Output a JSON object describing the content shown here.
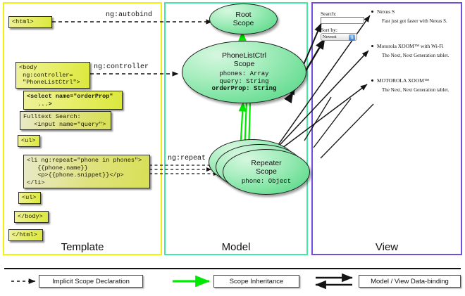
{
  "panels": {
    "template": {
      "title": "Template",
      "border_color": "#f2f20c",
      "code_blocks": [
        {
          "name": "html-open-tag",
          "text": "<html>"
        },
        {
          "name": "body-controller",
          "text": "<body\n ng:controller=\n \"PhoneListCtrl\">"
        },
        {
          "name": "select-orderprop",
          "text": "<select name=\"orderProp\"\n   ...>"
        },
        {
          "name": "fulltext-search",
          "text": "Fulltext Search:\n   <input name=\"query\">"
        },
        {
          "name": "ul-open-tag",
          "text": "<ul>"
        },
        {
          "name": "li-ng-repeat",
          "text": "<li ng:repeat=\"phone in phones\">\n   {{phone.name}}\n   <p>{{phone.snippet}}</p>\n</li>"
        },
        {
          "name": "ul-close-tag",
          "text": "<ul>"
        },
        {
          "name": "body-close-tag",
          "text": "</body>"
        },
        {
          "name": "html-close-tag",
          "text": "</html>"
        }
      ]
    },
    "model": {
      "title": "Model",
      "border_color": "#43e8a6",
      "scopes": [
        {
          "name": "root-scope",
          "title": "Root\nScope",
          "props": []
        },
        {
          "name": "phonelistctrl-scope",
          "title": "PhoneListCtrl\nScope",
          "props": [
            "phones: Array",
            "query: String",
            "orderProp: String"
          ],
          "bold_props": [
            "orderProp: String"
          ]
        },
        {
          "name": "repeater-scope",
          "title": "Repeater\nScope",
          "props": [
            "phone: Object"
          ]
        }
      ]
    },
    "view": {
      "title": "View",
      "border_color": "#6f4fe0",
      "search_label": "Search:",
      "search_value": "",
      "sort_label": "Sort by:",
      "sort_selected": "Newest",
      "phones": [
        {
          "name": "Nexus S",
          "snippet": "Fast just got faster with Nexus S."
        },
        {
          "name": "Motorola XOOM™  with Wi-Fi",
          "snippet": "The Next, Next Generation tablet."
        },
        {
          "name": "MOTOROLA XOOM™",
          "snippet": "The Next, Next Generation tablet."
        }
      ]
    }
  },
  "edge_labels": {
    "autobind": "ng:autobind",
    "controller": "ng:controller",
    "repeat": "ng:repeat"
  },
  "legend": [
    {
      "name": "implicit-scope-declaration",
      "label": "Implicit Scope Declaration",
      "style": "dashed-arrow",
      "color": "#1a1a1a"
    },
    {
      "name": "scope-inheritance",
      "label": "Scope Inheritance",
      "style": "solid-arrow",
      "color": "#00ee00"
    },
    {
      "name": "model-view-data-binding",
      "label": "Model / View Data-binding",
      "style": "double-arrow",
      "color": "#1a1a1a"
    }
  ]
}
